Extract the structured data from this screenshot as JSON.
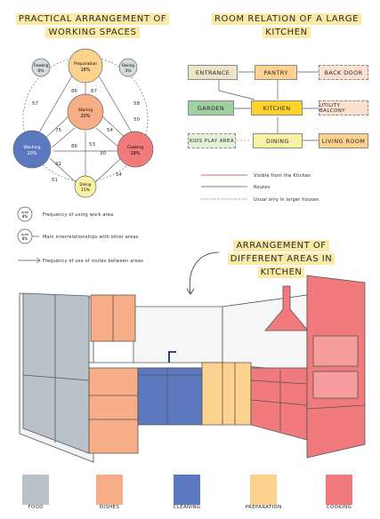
{
  "left_title": {
    "line1": "Practical arrangement of",
    "line2": "working spaces"
  },
  "right_title": {
    "line1": "Room relation of a large",
    "line2": "kitchen"
  },
  "kitchen_title": {
    "line1": "Arrangement of",
    "line2": "different areas in",
    "line3": "kitchen"
  },
  "nodes": {
    "preparation": {
      "name": "Preparation",
      "pct": "18%"
    },
    "freezing": {
      "name": "Freezing",
      "pct": "6%"
    },
    "baking": {
      "name": "Baking",
      "pct": "3%"
    },
    "storing": {
      "name": "Storing",
      "pct": "20%"
    },
    "washing": {
      "name": "Washing",
      "pct": "20%"
    },
    "cooking": {
      "name": "Cooking",
      "pct": "18%"
    },
    "dining": {
      "name": "Dining",
      "pct": "15%"
    }
  },
  "edge_numbers": {
    "e1": "57",
    "e2": "86",
    "e3": "67",
    "e4": "58",
    "e5": "50",
    "e6": "75",
    "e7": "54",
    "e8": "86",
    "e9": "53",
    "e10": "30",
    "e11": "92",
    "e12": "51",
    "e13": "54"
  },
  "rooms": {
    "entrance": "Entrance",
    "pantry": "Pantry",
    "back_door": "Back door",
    "garden": "Garden",
    "kitchen": "Kitchen",
    "utility_balcony": "Utility Balcony",
    "kids_play_area": "Kids play area",
    "dining": "Dining",
    "living_room": "Living room"
  },
  "room_legend": {
    "visible": "Visible from the Kitchen",
    "routes": "Routes",
    "usual": "Usual only in larger houses"
  },
  "graph_legend": {
    "freq_area": "Frequency of using work area",
    "interrelationships": "Main interrelationships with other areas",
    "freq_routes": "Frequency of use of routes between areas",
    "sample_pct": "8%",
    "sample_label": "Area"
  },
  "zones": [
    {
      "label": "Food",
      "color": "#b8c2c8"
    },
    {
      "label": "Dishes",
      "color": "#f7ad86"
    },
    {
      "label": "Cleaning",
      "color": "#5c79c0"
    },
    {
      "label": "Preparation",
      "color": "#fdd28f"
    },
    {
      "label": "Cooking",
      "color": "#f07a7c"
    }
  ]
}
